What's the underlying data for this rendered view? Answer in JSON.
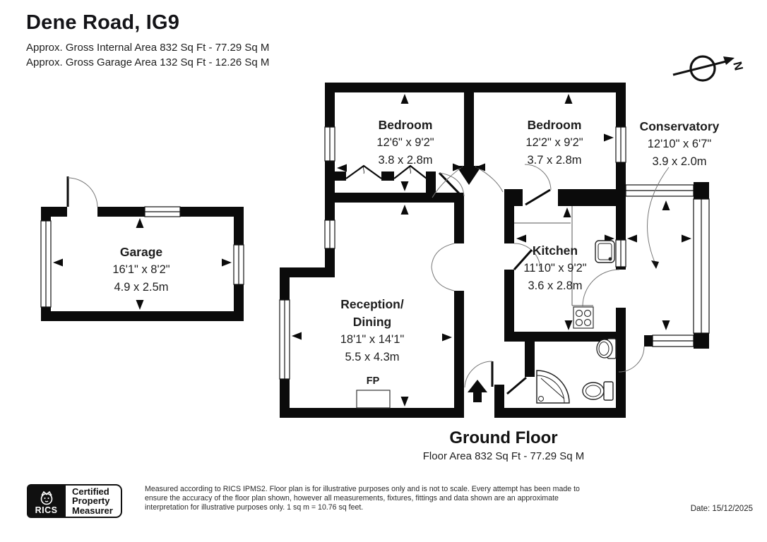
{
  "header": {
    "title": "Dene Road, IG9",
    "area_internal": "Approx. Gross Internal Area 832 Sq Ft - 77.29 Sq M",
    "area_garage": "Approx. Gross Garage Area 132 Sq Ft - 12.26 Sq M"
  },
  "plan": {
    "compass_label": "N",
    "fireplace_label": "FP"
  },
  "rooms": {
    "garage": {
      "name": "Garage",
      "imperial": "16'1\" x 8'2\"",
      "metric": "4.9 x 2.5m"
    },
    "bedroom1": {
      "name": "Bedroom",
      "imperial": "12'6\" x 9'2\"",
      "metric": "3.8 x 2.8m"
    },
    "bedroom2": {
      "name": "Bedroom",
      "imperial": "12'2\" x 9'2\"",
      "metric": "3.7 x 2.8m"
    },
    "conservatory": {
      "name": "Conservatory",
      "imperial": "12'10\" x 6'7\"",
      "metric": "3.9 x 2.0m"
    },
    "kitchen": {
      "name": "Kitchen",
      "imperial": "11'10\" x 9'2\"",
      "metric": "3.6 x 2.8m"
    },
    "reception": {
      "name_line1": "Reception/",
      "name_line2": "Dining",
      "imperial": "18'1\" x 14'1\"",
      "metric": "5.5 x 4.3m"
    }
  },
  "floor": {
    "title": "Ground Floor",
    "area": "Floor Area 832 Sq Ft - 77.29 Sq M"
  },
  "footer": {
    "badge_brand": "RICS",
    "badge_line1": "Certified",
    "badge_line2": "Property",
    "badge_line3": "Measurer",
    "disclaimer_line1": "Measured according to RICS IPMS2. Floor plan is for illustrative purposes only and is not to scale. Every attempt has been made to ensure the accuracy of the floor plan shown,",
    "disclaimer_line2": "however all measurements, fixtures, fittings and data shown are an approximate interpretation for illustrative purposes only. 1 sq m = 10.76 sq feet.",
    "date": "Date: 15/12/2025"
  }
}
